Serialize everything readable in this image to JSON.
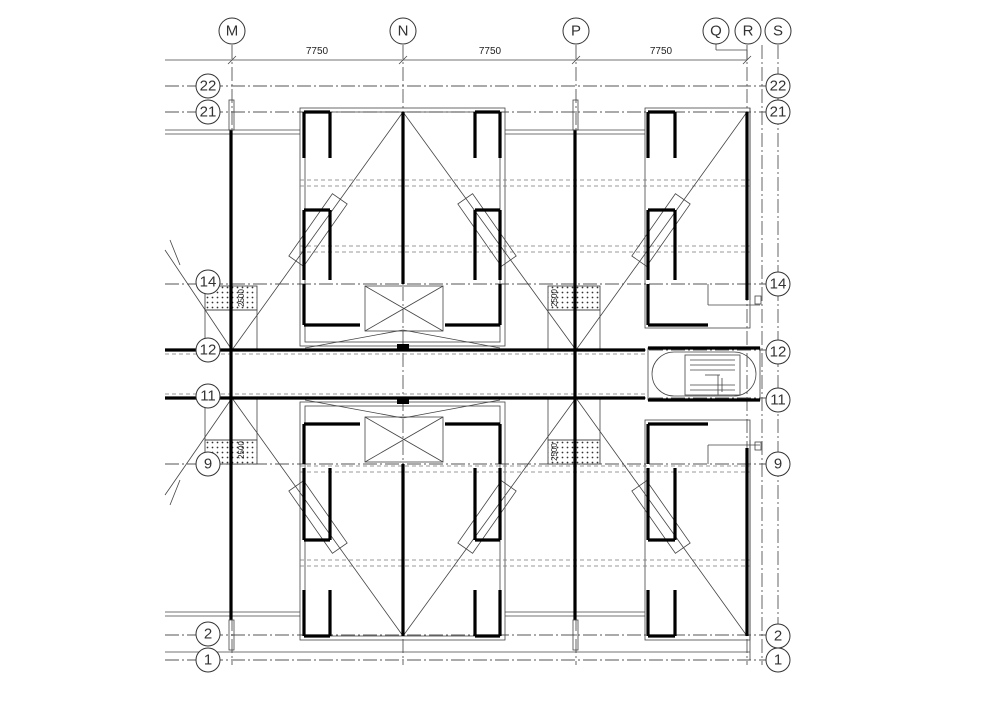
{
  "axes_columns": [
    "M",
    "N",
    "P",
    "Q",
    "R",
    "S"
  ],
  "axes_rows_right": [
    "22",
    "21",
    "14",
    "12",
    "11",
    "9",
    "2",
    "1"
  ],
  "axes_rows_left": [
    "22",
    "21",
    "14",
    "12",
    "11",
    "9",
    "2",
    "1"
  ],
  "dimensions": [
    "7750",
    "7750",
    "7750"
  ],
  "small_dimensions": [
    "2500",
    "2500",
    "2500",
    "2500"
  ]
}
